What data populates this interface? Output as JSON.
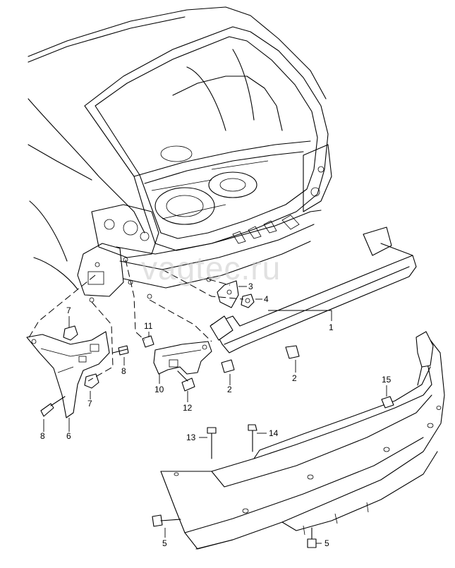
{
  "watermark": "vagtec.ru",
  "callouts": [
    {
      "id": "c1",
      "label": "1"
    },
    {
      "id": "c2a",
      "label": "2"
    },
    {
      "id": "c2b",
      "label": "2"
    },
    {
      "id": "c3",
      "label": "3"
    },
    {
      "id": "c4",
      "label": "4"
    },
    {
      "id": "c5a",
      "label": "5"
    },
    {
      "id": "c5b",
      "label": "5"
    },
    {
      "id": "c6",
      "label": "6"
    },
    {
      "id": "c7a",
      "label": "7"
    },
    {
      "id": "c7b",
      "label": "7"
    },
    {
      "id": "c8a",
      "label": "8"
    },
    {
      "id": "c8b",
      "label": "8"
    },
    {
      "id": "c10",
      "label": "10"
    },
    {
      "id": "c11",
      "label": "11"
    },
    {
      "id": "c12",
      "label": "12"
    },
    {
      "id": "c13",
      "label": "13"
    },
    {
      "id": "c14",
      "label": "14"
    },
    {
      "id": "c15",
      "label": "15"
    }
  ]
}
